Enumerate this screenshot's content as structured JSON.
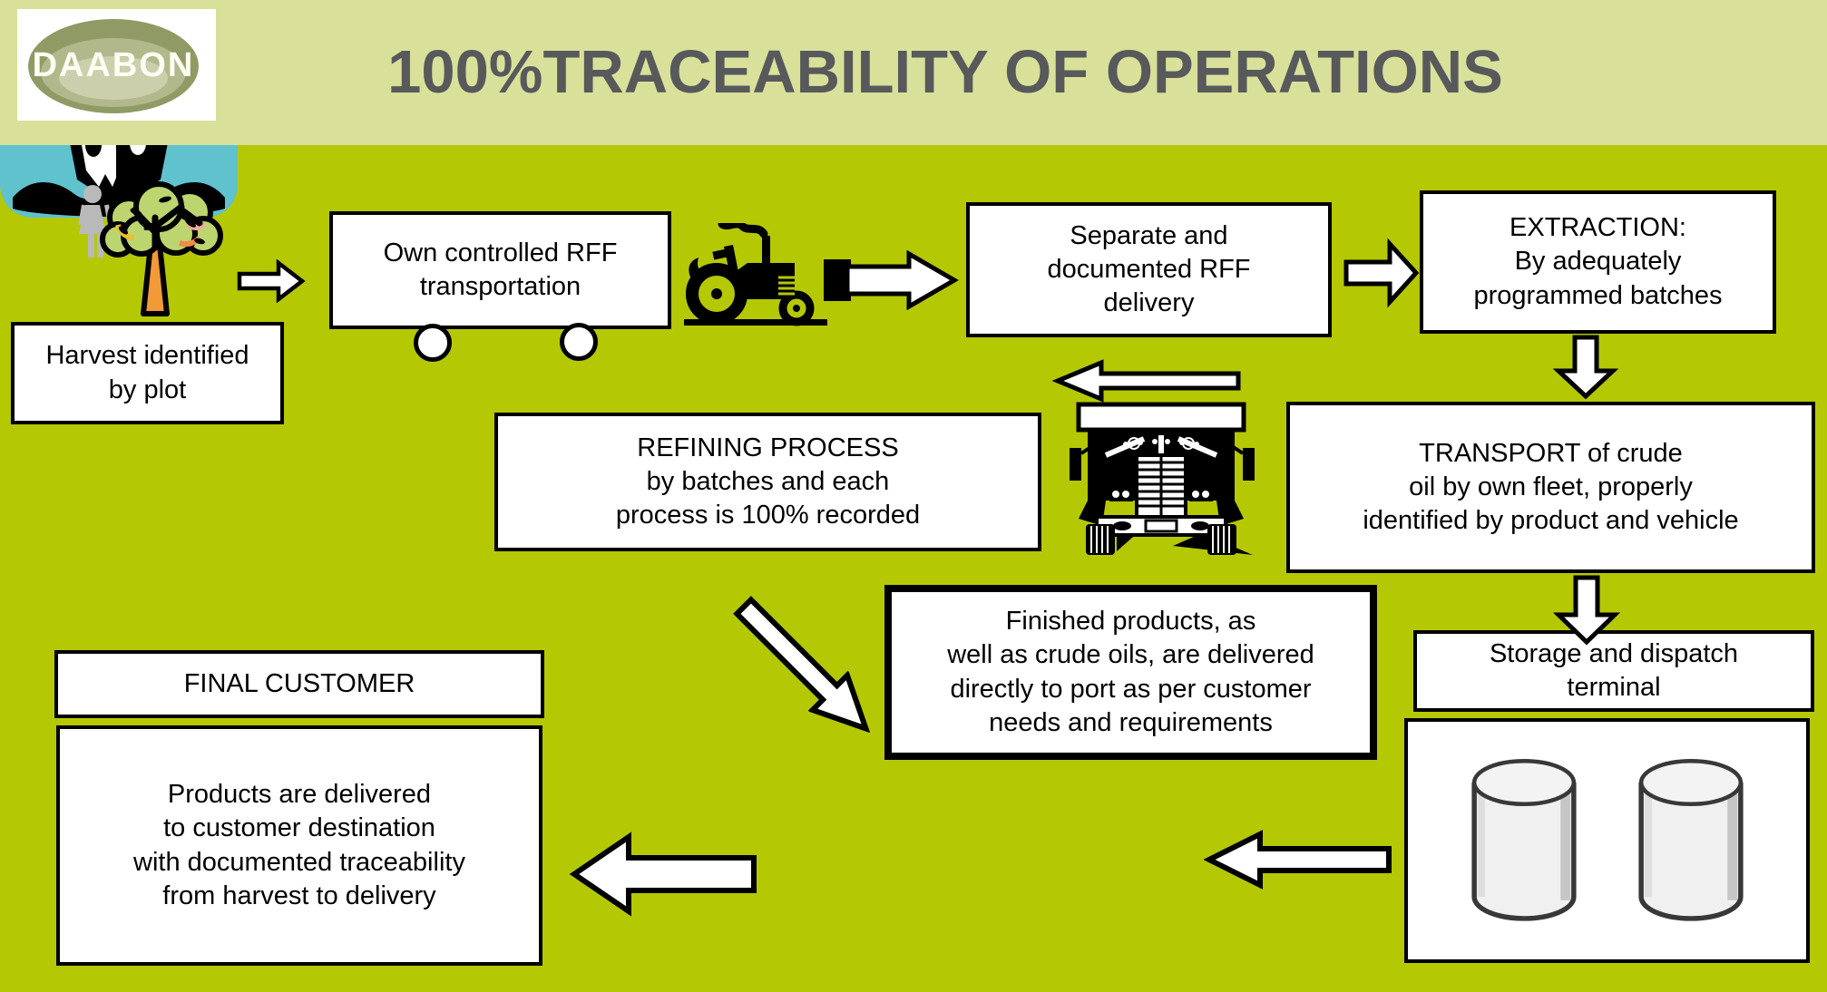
{
  "colors": {
    "page_background": "#b5c804",
    "header_background": "#d9e09a",
    "title_text": "#58595b",
    "box_background": "#ffffff",
    "box_border": "#000000",
    "ship_panel_teal": "#5fc2cd",
    "trunk_orange": "#f19a37",
    "foliage_green": "#bcd56f",
    "person_gray": "#b9b9b9",
    "tank_fill": "#f0f0f0"
  },
  "header": {
    "logo_text": "DAABON",
    "title": "100%TRACEABILITY OF OPERATIONS"
  },
  "nodes": {
    "harvest": {
      "label": "Harvest identified\nby plot"
    },
    "own_transport": {
      "label": "Own controlled RFF\ntransportation"
    },
    "separate_delivery": {
      "label": "Separate and\ndocumented RFF\ndelivery"
    },
    "extraction": {
      "label": "EXTRACTION:\nBy adequately\nprogrammed batches"
    },
    "transport_crude": {
      "label": "TRANSPORT of crude\noil by own fleet, properly\nidentified by product and vehicle"
    },
    "refining": {
      "label": "REFINING PROCESS\nby batches and each\nprocess is 100% recorded"
    },
    "finished_products": {
      "label": "Finished products, as\nwell as crude oils, are delivered\ndirectly to port as per customer\nneeds and requirements"
    },
    "storage_terminal": {
      "label": "Storage and dispatch\nterminal"
    },
    "final_customer": {
      "label": "FINAL CUSTOMER"
    },
    "products_delivered": {
      "label": "Products are delivered\nto customer  destination\nwith documented traceability\nfrom harvest to delivery"
    }
  },
  "icons": {
    "logo": "daabon-oval-logo",
    "tree": "farmer-and-oil-palm-tree",
    "tractor": "tractor",
    "truck": "semi-truck-front",
    "ship": "cargo-ship",
    "tanks": "two-storage-tanks",
    "wheels": "trailer-wheels"
  }
}
